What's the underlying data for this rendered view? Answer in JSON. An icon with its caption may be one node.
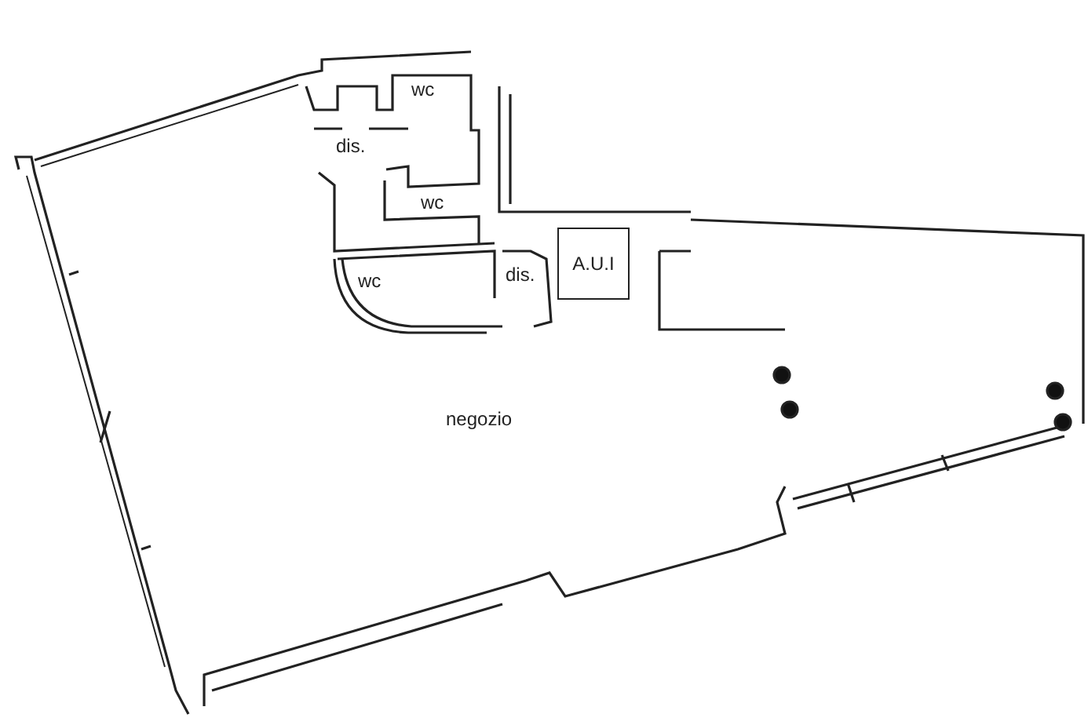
{
  "diagram": {
    "nodes": [
      {
        "text": [
          "A.U.I"
        ]
      }
    ],
    "labels": [
      "wc",
      "dis.",
      "wc",
      "wc",
      "dis.",
      "negozio"
    ]
  }
}
